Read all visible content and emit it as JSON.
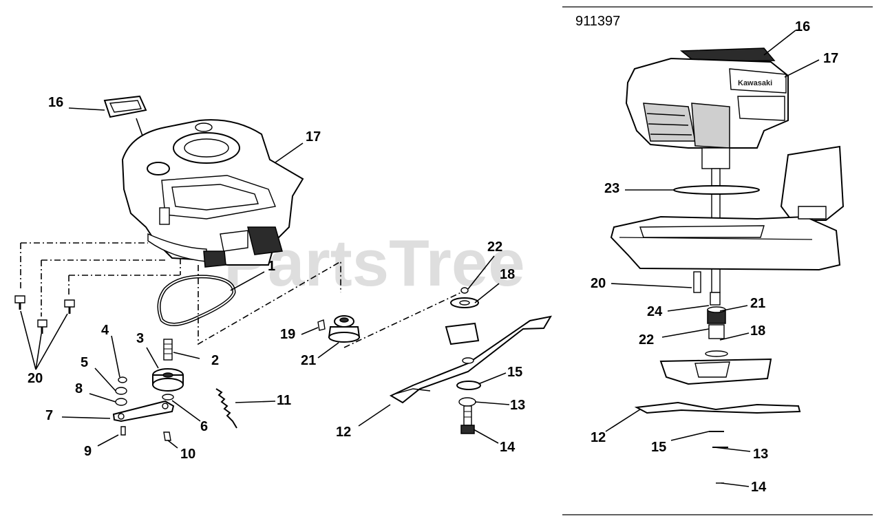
{
  "reference_number": "911397",
  "watermark": "PartsTree",
  "engine_brand": "Kawasaki",
  "left_callouts": [
    {
      "id": "l-16",
      "text": "16"
    },
    {
      "id": "l-17",
      "text": "17"
    },
    {
      "id": "l-1",
      "text": "1"
    },
    {
      "id": "l-22",
      "text": "22"
    },
    {
      "id": "l-18",
      "text": "18"
    },
    {
      "id": "l-19",
      "text": "19"
    },
    {
      "id": "l-21",
      "text": "21"
    },
    {
      "id": "l-2",
      "text": "2"
    },
    {
      "id": "l-3",
      "text": "3"
    },
    {
      "id": "l-4",
      "text": "4"
    },
    {
      "id": "l-5",
      "text": "5"
    },
    {
      "id": "l-8",
      "text": "8"
    },
    {
      "id": "l-7",
      "text": "7"
    },
    {
      "id": "l-6",
      "text": "6"
    },
    {
      "id": "l-9",
      "text": "9"
    },
    {
      "id": "l-10",
      "text": "10"
    },
    {
      "id": "l-11",
      "text": "11"
    },
    {
      "id": "l-12",
      "text": "12"
    },
    {
      "id": "l-15",
      "text": "15"
    },
    {
      "id": "l-13",
      "text": "13"
    },
    {
      "id": "l-14",
      "text": "14"
    },
    {
      "id": "l-20",
      "text": "20"
    }
  ],
  "right_callouts": [
    {
      "id": "r-16",
      "text": "16"
    },
    {
      "id": "r-17",
      "text": "17"
    },
    {
      "id": "r-23",
      "text": "23"
    },
    {
      "id": "r-20",
      "text": "20"
    },
    {
      "id": "r-21",
      "text": "21"
    },
    {
      "id": "r-24",
      "text": "24"
    },
    {
      "id": "r-22",
      "text": "22"
    },
    {
      "id": "r-18",
      "text": "18"
    },
    {
      "id": "r-12",
      "text": "12"
    },
    {
      "id": "r-15",
      "text": "15"
    },
    {
      "id": "r-13",
      "text": "13"
    },
    {
      "id": "r-14",
      "text": "14"
    }
  ]
}
